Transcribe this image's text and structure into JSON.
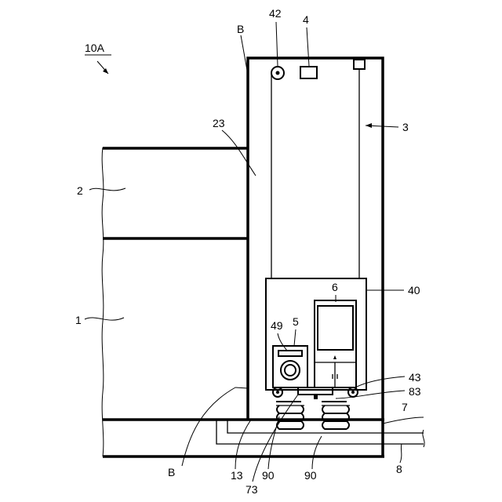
{
  "figure": {
    "title_ref": "10A",
    "labels": {
      "l_B_top": "B",
      "l_42": "42",
      "l_4": "4",
      "l_23": "23",
      "l_3": "3",
      "l_2": "2",
      "l_1": "1",
      "l_40": "40",
      "l_6": "6",
      "l_49": "49",
      "l_5": "5",
      "l_43": "43",
      "l_83": "83",
      "l_7": "7",
      "l_8": "8",
      "l_B_bottom": "B",
      "l_13": "13",
      "l_90a": "90",
      "l_90b": "90",
      "l_73": "73"
    }
  }
}
